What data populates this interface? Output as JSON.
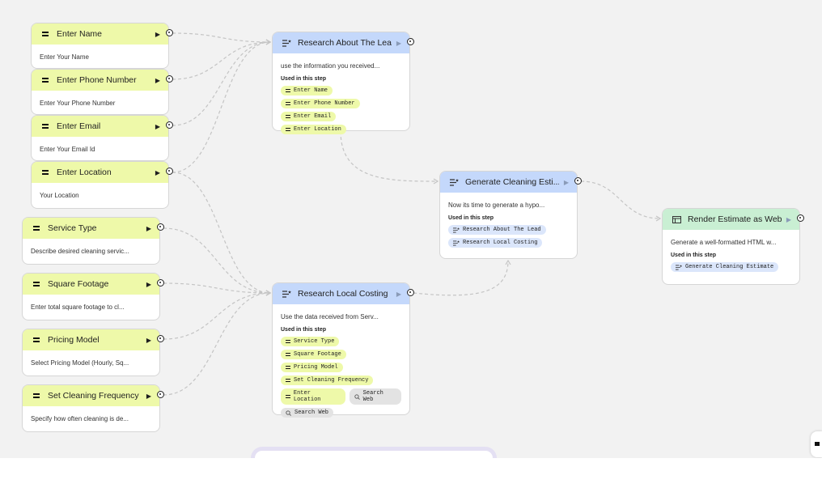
{
  "inputs": [
    {
      "title": "Enter Name",
      "placeholder": "Enter Your Name"
    },
    {
      "title": "Enter Phone Number",
      "placeholder": "Enter Your Phone Number"
    },
    {
      "title": "Enter Email",
      "placeholder": "Enter Your Email Id"
    },
    {
      "title": "Enter Location",
      "placeholder": "Your Location"
    },
    {
      "title": "Service Type",
      "placeholder": "Describe desired cleaning servic..."
    },
    {
      "title": "Square Footage",
      "placeholder": "Enter total square footage to cl..."
    },
    {
      "title": "Pricing Model",
      "placeholder": "Select Pricing Model (Hourly, Sq..."
    },
    {
      "title": "Set Cleaning Frequency",
      "placeholder": "Specify how often cleaning is de..."
    }
  ],
  "research_lead": {
    "title": "Research About The Lead",
    "desc": "use the information you received...",
    "used_label": "Used in this step",
    "chips": [
      "Enter Name",
      "Enter Phone Number",
      "Enter Email",
      "Enter Location"
    ]
  },
  "research_costing": {
    "title": "Research Local Costing",
    "desc": "Use the data received from Serv...",
    "used_label": "Used in this step",
    "chips": [
      "Service Type",
      "Square Footage",
      "Pricing Model",
      "Set Cleaning Frequency",
      "Enter Location"
    ],
    "tools": [
      "Search Web",
      "Search Web"
    ]
  },
  "generate_estimate": {
    "title": "Generate Cleaning Esti...",
    "desc": "Now its time to generate a hypo...",
    "used_label": "Used in this step",
    "chips": [
      "Research About The Lead",
      "Research Local Costing"
    ]
  },
  "render_estimate": {
    "title": "Render Estimate as Web...",
    "desc": "Generate a well-formatted HTML w...",
    "used_label": "Used in this step",
    "chips": [
      "Generate Cleaning Estimate"
    ]
  },
  "colors": {
    "input_header": "#eef9a9",
    "generate_header": "#c4d8fb",
    "output_header": "#c9efd3",
    "edge": "#c4c4c4",
    "canvas": "#f2f2f2"
  },
  "icons": {
    "input": "text-input-icon",
    "generate": "generate-text-icon",
    "output": "web-render-icon",
    "run": "play-icon",
    "port": "output-port-icon",
    "tool": "search-icon"
  }
}
